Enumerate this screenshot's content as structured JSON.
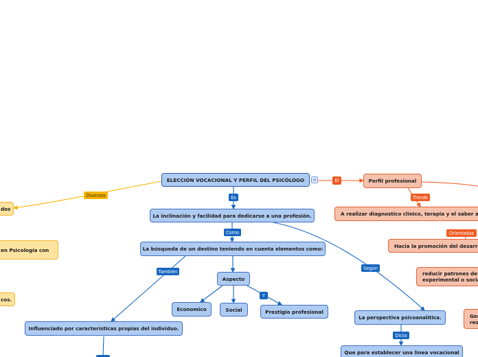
{
  "root": {
    "text": "ELECCIÓN VOCACIONAL Y PERFIL DEL PSICÓLOGO"
  },
  "notes_icon": "≡",
  "nodes": {
    "inclinacion": "La inclinación y facilidad para dedicarse a una profesión.",
    "busqueda": "La búsqueda de un destino teniendo en cuenta elementos como:",
    "aspecto": "Aspecto",
    "economico": "Economico",
    "social": "Social",
    "prestigio": "Prestigio profesional",
    "influenciado": "Influenciado por características propias del individuo.",
    "perspectiva": "La perspectiva psicoanalítica.",
    "que_para": "Que para establecer una linea vocacional",
    "perfil": "Perfil profesional",
    "realizar": "A realizar diagnostico clinico, terapia y el saber ace",
    "promocion": "Hacia la promoción del desarro",
    "reducir_1": "reducir patrones de c",
    "reducir_2": "experimental o socia",
    "gen_1": "Gen",
    "gen_2": "res",
    "left_1": "dos",
    "left_2": "en Psicología con",
    "left_3": "cos."
  },
  "labels": {
    "es": "Es",
    "el": "El",
    "diversos": "Diversos",
    "como": "Como",
    "tambien": "También",
    "y": "Y",
    "segun": "Según",
    "dicta": "Dicta",
    "tiende": "Tiende",
    "orientadas": "Orientadas"
  },
  "colors": {
    "blue_fill": "#aecbf2",
    "blue_line": "#1565c0",
    "orange_fill": "#f6c1ab",
    "orange_line": "#ef5b22",
    "yellow_fill": "#fde3a0",
    "yellow_line": "#f5b400"
  }
}
